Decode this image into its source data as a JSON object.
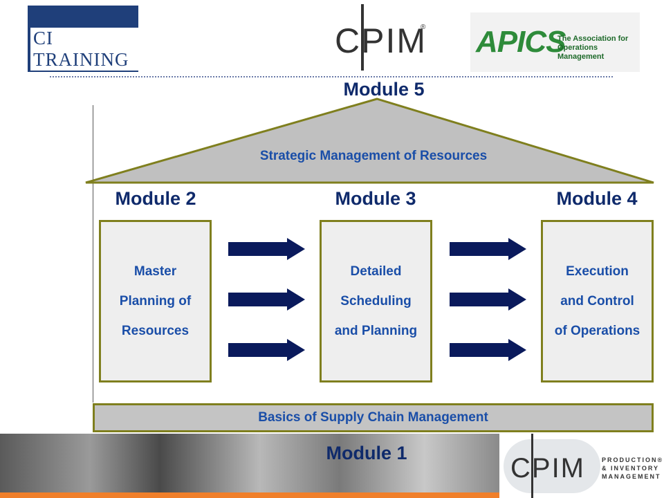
{
  "header": {
    "ci_logo_text": "CI TRAINING",
    "cpim_logo_text": "CPIM",
    "cpim_reg": "®",
    "apics_word": "APICS",
    "apics_tagline": "The Association for Operations Management"
  },
  "diagram": {
    "module5_title": "Module 5",
    "module5_label": "Strategic Management of Resources",
    "module2_title": "Module 2",
    "module3_title": "Module 3",
    "module4_title": "Module 4",
    "box2_lines": [
      "Master",
      "Planning of",
      "Resources"
    ],
    "box3_lines": [
      "Detailed",
      "Scheduling",
      "and Planning"
    ],
    "box4_lines": [
      "Execution",
      "and Control",
      "of Operations"
    ],
    "basics_label": "Basics of Supply Chain Management",
    "module1_title": "Module 1"
  },
  "footer": {
    "cpim_text": "CPIM",
    "cpim_sub": "PRODUCTION® & INVENTORY MANAGEMENT"
  },
  "colors": {
    "title_navy": "#0f2a6b",
    "label_blue": "#1a4ea8",
    "box_border_olive": "#7f7f1e",
    "arrow_navy": "#0a1a5c",
    "roof_fill": "#c0c0c0"
  }
}
